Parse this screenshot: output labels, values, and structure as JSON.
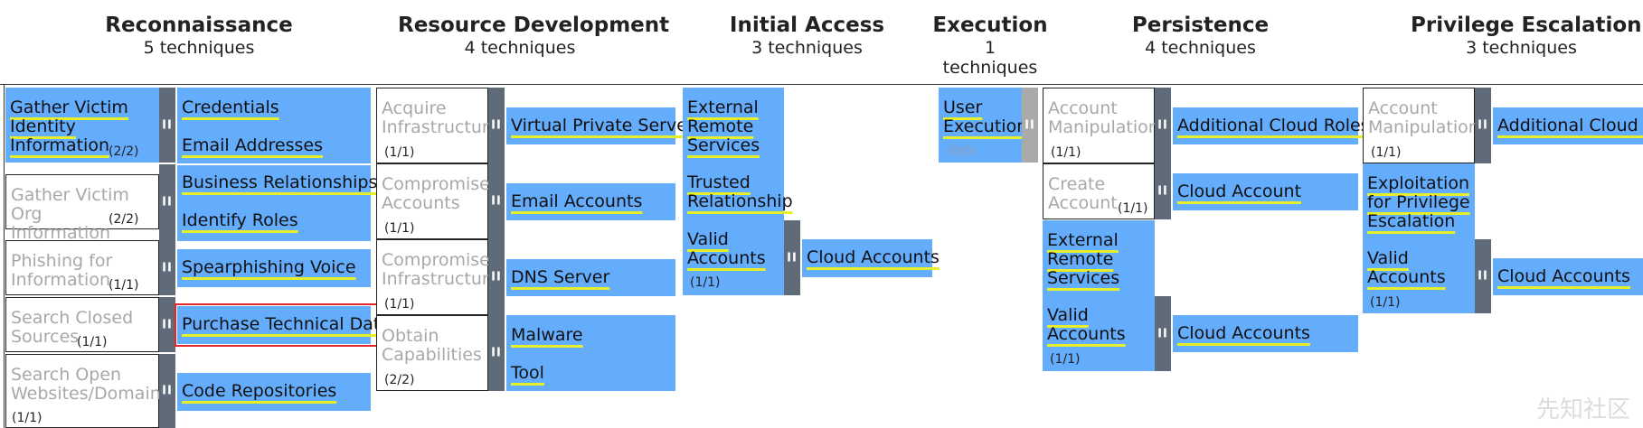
{
  "tactics": [
    {
      "title": "Reconnaissance",
      "count": "5  techniques"
    },
    {
      "title": "Resource Development",
      "count": "4  techniques"
    },
    {
      "title": "Initial Access",
      "count": "3  techniques"
    },
    {
      "title": "Execution",
      "count": "1",
      "count2": "techniques"
    },
    {
      "title": "Persistence",
      "count": "4  techniques"
    },
    {
      "title": "Privilege Escalation",
      "count": "3  techniques"
    }
  ],
  "recon": {
    "gather_identity": {
      "line1": "Gather Victim",
      "line2": "Identity",
      "line3": "Information",
      "count": "(2/2)"
    },
    "gather_org": {
      "line1": "Gather Victim Org",
      "line2": "Information",
      "count": "(2/2)"
    },
    "phishing": {
      "line1": "Phishing for",
      "line2": "Information",
      "count": "(1/1)"
    },
    "closed_sources": {
      "line1": "Search Closed",
      "line2": "Sources",
      "count": "(1/1)"
    },
    "open_websites": {
      "line1": "Search Open",
      "line2": "Websites/Domains",
      "count": "(1/1)"
    },
    "subs": [
      "Credentials",
      "Email Addresses",
      "Business Relationships",
      "Identify Roles",
      "Spearphishing Voice",
      "Purchase Technical Data",
      "Code Repositories"
    ]
  },
  "resource": {
    "acquire": {
      "line1": "Acquire",
      "line2": "Infrastructure",
      "count": "(1/1)"
    },
    "comp_accounts": {
      "line1": "Compromise",
      "line2": "Accounts",
      "count": "(1/1)"
    },
    "comp_infra": {
      "line1": "Compromise",
      "line2": "Infrastructure",
      "count": "(1/1)"
    },
    "obtain": {
      "line1": "Obtain",
      "line2": "Capabilities",
      "count": "(2/2)"
    },
    "subs": [
      "Virtual Private Server",
      "Email Accounts",
      "DNS Server",
      "Malware",
      "Tool"
    ]
  },
  "initial": {
    "ext_remote": {
      "line1": "External",
      "line2": "Remote",
      "line3": "Services"
    },
    "trusted": {
      "line1": "Trusted",
      "line2": "Relationship"
    },
    "valid": {
      "line1": "Valid",
      "line2": "Accounts",
      "count": "(1/1)"
    },
    "subs": [
      "Cloud Accounts"
    ]
  },
  "execution": {
    "user_exec": {
      "line1": "User",
      "line2": "Execution",
      "count": "(0/0)"
    }
  },
  "persistence": {
    "acct_manip": {
      "line1": "Account",
      "line2": "Manipulation",
      "count": "(1/1)"
    },
    "create_acct": {
      "line1": "Create",
      "line2": "Account",
      "count": "(1/1)"
    },
    "ext_remote": {
      "line1": "External",
      "line2": "Remote",
      "line3": "Services"
    },
    "valid": {
      "line1": "Valid",
      "line2": "Accounts",
      "count": "(1/1)"
    },
    "subs": [
      "Additional Cloud Roles",
      "Cloud Account",
      "Cloud Accounts"
    ]
  },
  "privesc": {
    "acct_manip": {
      "line1": "Account",
      "line2": "Manipulation",
      "count": "(1/1)"
    },
    "exploitation": {
      "line1": "Exploitation",
      "line2": "for Privilege",
      "line3": "Escalation"
    },
    "valid": {
      "line1": "Valid",
      "line2": "Accounts",
      "count": "(1/1)"
    },
    "subs": [
      "Additional Cloud Roles",
      "Cloud Accounts"
    ]
  },
  "handle_glyph": "II",
  "watermark": "先知社区",
  "colors": {
    "technique": "#64acfc",
    "handle": "#5f6b78",
    "underline": "#e6ef2a",
    "highlight": "#e0262a"
  }
}
